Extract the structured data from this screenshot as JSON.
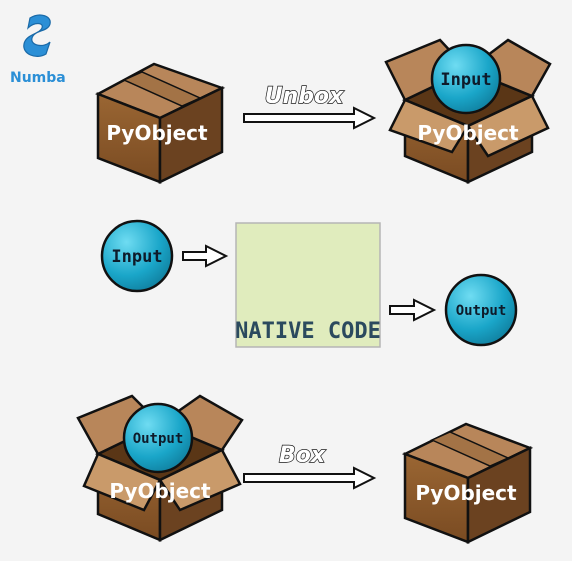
{
  "logo": {
    "text": "Numba",
    "color": "#2b8fd6"
  },
  "colors": {
    "box_front": "#8b5a2b",
    "box_side": "#6b4220",
    "box_top": "#b8865a",
    "box_inner": "#5a3616",
    "ball": "#1aa6c9",
    "native_fill": "#e0ecbd",
    "background": "#f4f4f4"
  },
  "row1": {
    "closed_box_label": "PyObject",
    "arrow_label": "Unbox",
    "open_box_label": "PyObject",
    "ball_label": "Input"
  },
  "row2": {
    "input_label": "Input",
    "native_label": "NATIVE CODE",
    "output_label": "Output"
  },
  "row3": {
    "open_box_label": "PyObject",
    "ball_label": "Output",
    "arrow_label": "Box",
    "closed_box_label": "PyObject"
  }
}
